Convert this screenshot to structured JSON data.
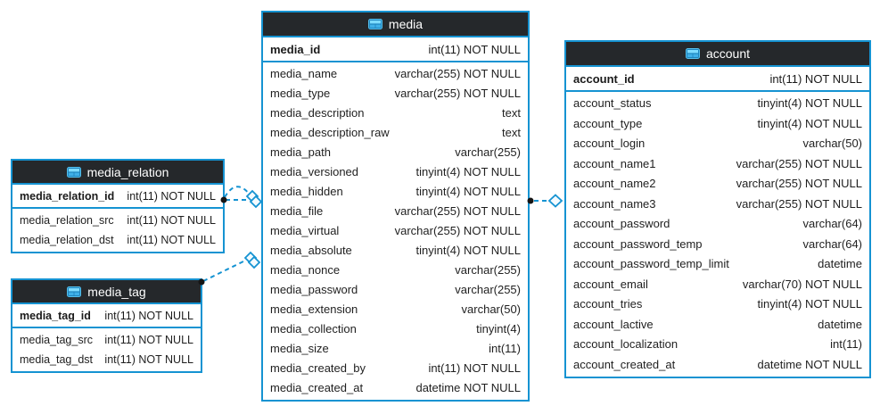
{
  "diagram": {
    "colors": {
      "accent_blue": "#1593d2",
      "header_background": "#25282b",
      "header_text": "#ffffff",
      "row_text": "#1f1f1f",
      "endpoint_dot": "#151515"
    },
    "tables": [
      {
        "title": "media",
        "pk": {
          "name": "media_id",
          "type": "int(11) NOT NULL"
        },
        "fields": [
          {
            "name": "media_name",
            "type": "varchar(255) NOT NULL"
          },
          {
            "name": "media_type",
            "type": "varchar(255) NOT NULL"
          },
          {
            "name": "media_description",
            "type": "text"
          },
          {
            "name": "media_description_raw",
            "type": "text"
          },
          {
            "name": "media_path",
            "type": "varchar(255)"
          },
          {
            "name": "media_versioned",
            "type": "tinyint(4) NOT NULL"
          },
          {
            "name": "media_hidden",
            "type": "tinyint(4) NOT NULL"
          },
          {
            "name": "media_file",
            "type": "varchar(255) NOT NULL"
          },
          {
            "name": "media_virtual",
            "type": "varchar(255) NOT NULL"
          },
          {
            "name": "media_absolute",
            "type": "tinyint(4) NOT NULL"
          },
          {
            "name": "media_nonce",
            "type": "varchar(255)"
          },
          {
            "name": "media_password",
            "type": "varchar(255)"
          },
          {
            "name": "media_extension",
            "type": "varchar(50)"
          },
          {
            "name": "media_collection",
            "type": "tinyint(4)"
          },
          {
            "name": "media_size",
            "type": "int(11)"
          },
          {
            "name": "media_created_by",
            "type": "int(11) NOT NULL"
          },
          {
            "name": "media_created_at",
            "type": "datetime NOT NULL"
          }
        ]
      },
      {
        "title": "account",
        "pk": {
          "name": "account_id",
          "type": "int(11) NOT NULL"
        },
        "fields": [
          {
            "name": "account_status",
            "type": "tinyint(4) NOT NULL"
          },
          {
            "name": "account_type",
            "type": "tinyint(4) NOT NULL"
          },
          {
            "name": "account_login",
            "type": "varchar(50)"
          },
          {
            "name": "account_name1",
            "type": "varchar(255) NOT NULL"
          },
          {
            "name": "account_name2",
            "type": "varchar(255) NOT NULL"
          },
          {
            "name": "account_name3",
            "type": "varchar(255) NOT NULL"
          },
          {
            "name": "account_password",
            "type": "varchar(64)"
          },
          {
            "name": "account_password_temp",
            "type": "varchar(64)"
          },
          {
            "name": "account_password_temp_limit",
            "type": "datetime"
          },
          {
            "name": "account_email",
            "type": "varchar(70) NOT NULL"
          },
          {
            "name": "account_tries",
            "type": "tinyint(4) NOT NULL"
          },
          {
            "name": "account_lactive",
            "type": "datetime"
          },
          {
            "name": "account_localization",
            "type": "int(11)"
          },
          {
            "name": "account_created_at",
            "type": "datetime NOT NULL"
          }
        ]
      },
      {
        "title": "media_relation",
        "pk": {
          "name": "media_relation_id",
          "type": "int(11) NOT NULL"
        },
        "fields": [
          {
            "name": "media_relation_src",
            "type": "int(11) NOT NULL"
          },
          {
            "name": "media_relation_dst",
            "type": "int(11) NOT NULL"
          }
        ]
      },
      {
        "title": "media_tag",
        "pk": {
          "name": "media_tag_id",
          "type": "int(11) NOT NULL"
        },
        "fields": [
          {
            "name": "media_tag_src",
            "type": "int(11) NOT NULL"
          },
          {
            "name": "media_tag_dst",
            "type": "int(11) NOT NULL"
          }
        ]
      }
    ],
    "relationships": [
      {
        "from": "media_relation",
        "to": "media",
        "style": "dashed"
      },
      {
        "from": "media_relation",
        "to": "media",
        "style": "dashed-arc"
      },
      {
        "from": "media_tag",
        "to": "media",
        "style": "dashed"
      },
      {
        "from": "media",
        "to": "account",
        "style": "dashed"
      }
    ]
  }
}
